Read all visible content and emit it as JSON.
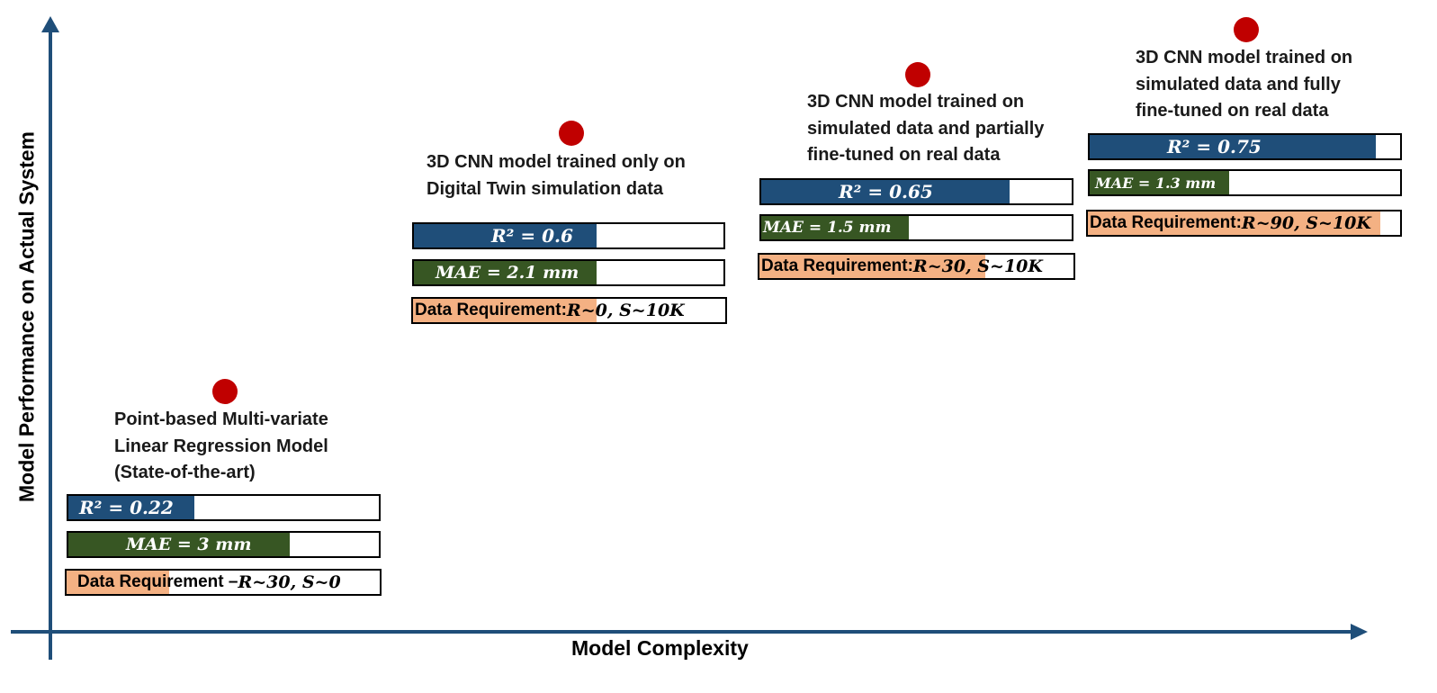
{
  "axes": {
    "x_label": "Model Complexity",
    "y_label": "Model Performance on Actual System",
    "color": "#1f4e79"
  },
  "colors": {
    "r2_bar": "#1f4e79",
    "mae_bar": "#375623",
    "data_bar": "#f4b183",
    "dot": "#c00000"
  },
  "models": [
    {
      "title_lines": [
        "Point-based Multi-variate",
        "Linear Regression Model",
        "(State-of-the-art)"
      ],
      "r2_text": "R² = 0.22",
      "r2_value": 0.22,
      "mae_text": "MAE = 3 mm",
      "mae_value": 3,
      "data_label": "Data Requirement – ",
      "data_math": "R~30, S~0"
    },
    {
      "title_lines": [
        "3D CNN model trained only on",
        "Digital Twin simulation data"
      ],
      "r2_text": "R² = 0.6",
      "r2_value": 0.6,
      "mae_text": "MAE = 2.1 mm",
      "mae_value": 2.1,
      "data_label": "Data Requirement:",
      "data_math": "R~0, S~10K"
    },
    {
      "title_lines": [
        "3D CNN model trained on",
        "simulated data and partially",
        "fine-tuned on real data"
      ],
      "r2_text": "R² = 0.65",
      "r2_value": 0.65,
      "mae_text": "MAE = 1.5 mm",
      "mae_value": 1.5,
      "data_label": "Data Requirement: ",
      "data_math": "R~30, S~10K"
    },
    {
      "title_lines": [
        "3D CNN model trained on",
        "simulated data and fully",
        "fine-tuned on real data"
      ],
      "r2_text": "R² = 0.75",
      "r2_value": 0.75,
      "mae_text": "MAE = 1.3 mm",
      "mae_value": 1.3,
      "data_label": "Data Requirement: ",
      "data_math": "R~90, S~10K"
    }
  ]
}
